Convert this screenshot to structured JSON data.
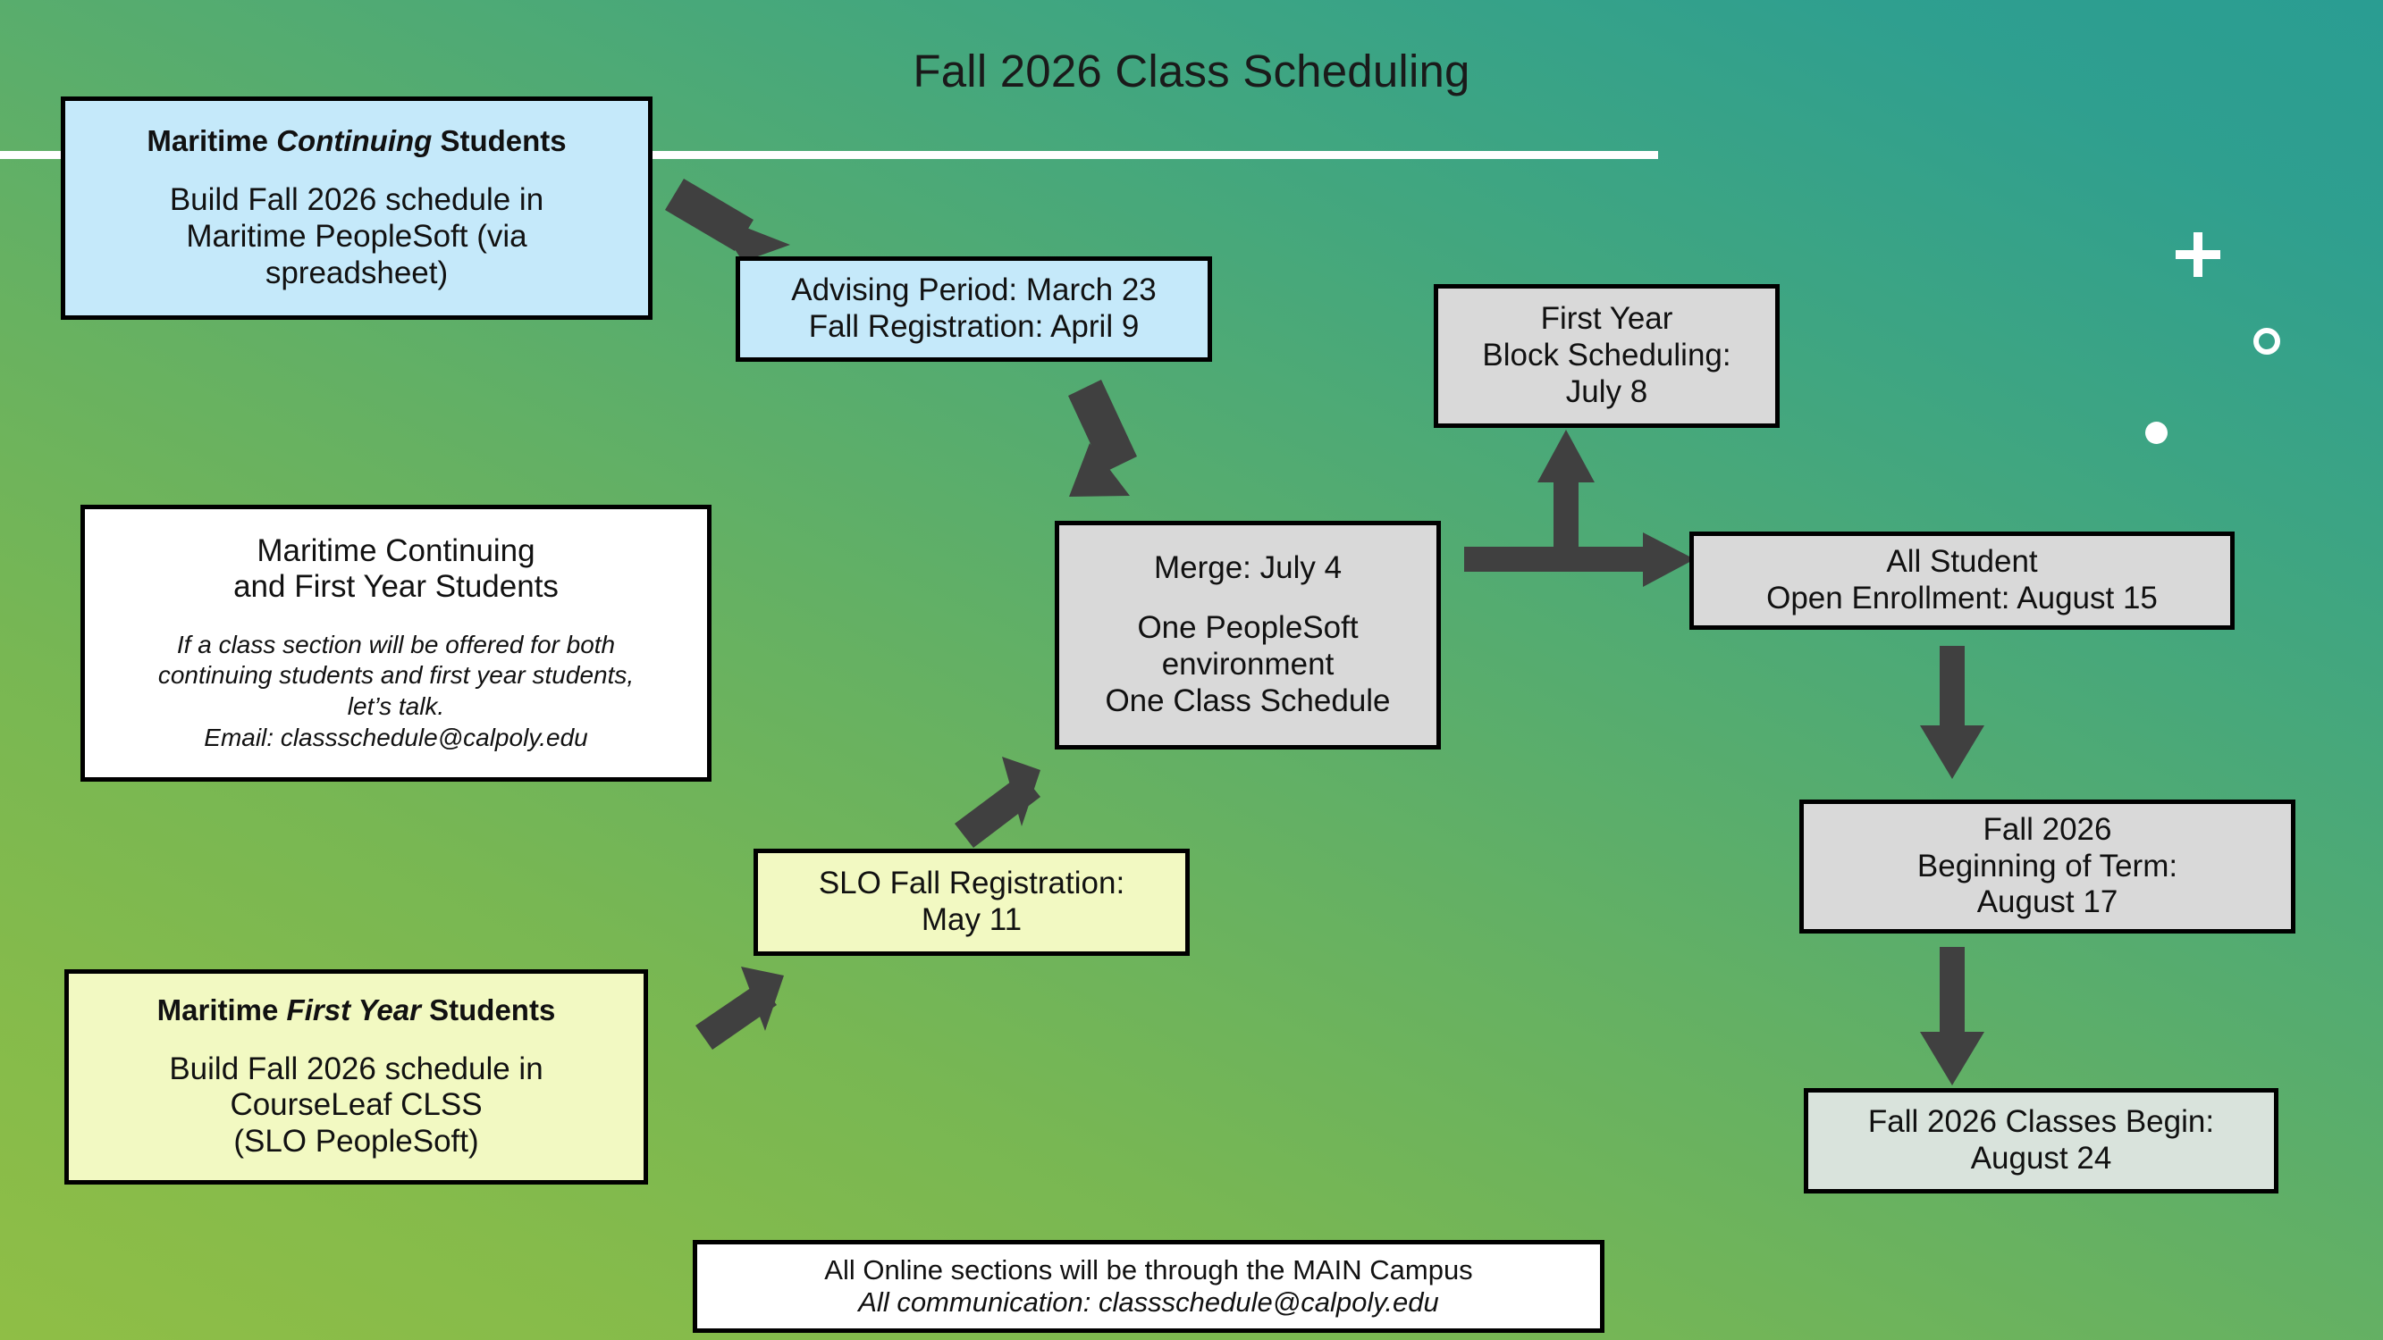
{
  "page": {
    "title": "Fall 2026 Class Scheduling",
    "background_colors": {
      "gradient_from": "#8fbe46",
      "gradient_to": "#2a9d92",
      "divider_rule": "#ffffff",
      "arrow": "#404040",
      "box_border": "#000000"
    }
  },
  "decorations": [
    {
      "name": "plus-mark",
      "glyph": "+",
      "color": "#ffffff"
    },
    {
      "name": "ring-mark",
      "glyph": "o",
      "color": "#ffffff"
    },
    {
      "name": "dot-mark",
      "glyph": "•",
      "color": "#ffffff"
    }
  ],
  "nodes": {
    "maritime_continuing": {
      "fill": "#c5e9fa",
      "heading": {
        "pre": "Maritime ",
        "emphasis": "Continuing",
        "post": " Students"
      },
      "lines": [
        "Build Fall 2026 schedule in",
        "Maritime PeopleSoft (via",
        "spreadsheet)"
      ]
    },
    "advising": {
      "fill": "#c5e9fa",
      "lines": [
        "Advising Period: March 23",
        "Fall Registration: April 9"
      ]
    },
    "shared_note": {
      "fill": "#ffffff",
      "heading_lines": [
        "Maritime Continuing",
        "and First Year Students"
      ],
      "sub_lines": [
        "If a class section will be offered for both",
        "continuing students and first year students,",
        "let’s talk.",
        "Email: classschedule@calpoly.edu"
      ]
    },
    "merge": {
      "fill": "#d9d9d9",
      "lines": [
        "Merge: July 4",
        "One PeopleSoft",
        "environment",
        "One Class Schedule"
      ]
    },
    "first_year_block": {
      "fill": "#d9d9d9",
      "lines": [
        "First Year",
        "Block Scheduling:",
        "July 8"
      ]
    },
    "open_enrollment": {
      "fill": "#d9d9d9",
      "lines": [
        "All Student",
        "Open Enrollment: August 15"
      ]
    },
    "beginning_of_term": {
      "fill": "#d9d9d9",
      "lines": [
        "Fall 2026",
        "Beginning of Term:",
        "August 17"
      ]
    },
    "classes_begin": {
      "fill": "#d9e3dc",
      "lines": [
        "Fall 2026 Classes Begin:",
        "August 24"
      ]
    },
    "slo_registration": {
      "fill": "#f2f9c2",
      "lines": [
        "SLO Fall Registration:",
        "May 11"
      ]
    },
    "maritime_first_year": {
      "fill": "#f2f9c2",
      "heading": {
        "pre": "Maritime ",
        "emphasis": "First Year",
        "post": " Students"
      },
      "lines": [
        "Build Fall 2026 schedule in",
        "CourseLeaf CLSS",
        "(SLO PeopleSoft)"
      ]
    },
    "footer_note": {
      "fill": "#ffffff",
      "line_plain": "All Online sections will be through the MAIN Campus",
      "line_italic": "All communication: classschedule@calpoly.edu"
    }
  },
  "arrows": [
    {
      "name": "arrow-continuing-to-advising",
      "from": "maritime_continuing",
      "to": "advising",
      "direction": "down-right"
    },
    {
      "name": "arrow-advising-to-merge",
      "from": "advising",
      "to": "merge",
      "direction": "down-right"
    },
    {
      "name": "arrow-slo-to-merge",
      "from": "slo_registration",
      "to": "merge",
      "direction": "up-right"
    },
    {
      "name": "arrow-firstyear-to-slo",
      "from": "maritime_first_year",
      "to": "slo_registration",
      "direction": "up-right"
    },
    {
      "name": "arrow-merge-to-enrollment-and-block",
      "from": "merge",
      "to": "open_enrollment",
      "direction": "right-and-up-branch"
    },
    {
      "name": "arrow-enrollment-to-term",
      "from": "open_enrollment",
      "to": "beginning_of_term",
      "direction": "down"
    },
    {
      "name": "arrow-term-to-classes",
      "from": "beginning_of_term",
      "to": "classes_begin",
      "direction": "down"
    }
  ]
}
